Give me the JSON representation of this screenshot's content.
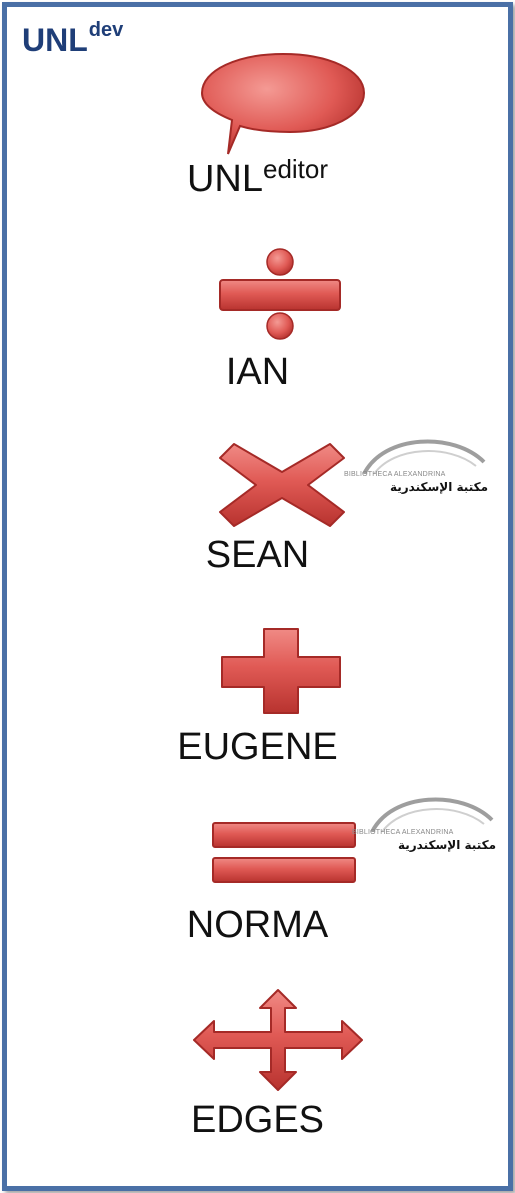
{
  "brand": {
    "title": "UNL",
    "superscript": "dev"
  },
  "items": [
    {
      "label": "UNL",
      "label_sup": "editor",
      "icon": "speech-bubble-icon"
    },
    {
      "label": "IAN",
      "icon": "divide-icon"
    },
    {
      "label": "SEAN",
      "icon": "multiply-icon"
    },
    {
      "label": "EUGENE",
      "icon": "plus-icon"
    },
    {
      "label": "NORMA",
      "icon": "equals-icon"
    },
    {
      "label": "EDGES",
      "icon": "four-way-arrow-icon"
    }
  ],
  "logos": [
    {
      "name_en": "BIBLIOTHECA ALEXANDRINA",
      "name_ar": "مكتبة الإسكندرية"
    },
    {
      "name_en": "BIBLIOTHECA ALEXANDRINA",
      "name_ar": "مكتبة الإسكندرية"
    }
  ],
  "colors": {
    "border": "#4a70a6",
    "brand_text": "#1f3e78",
    "icon_red": "#e05a55",
    "icon_dark": "#a52a27"
  }
}
